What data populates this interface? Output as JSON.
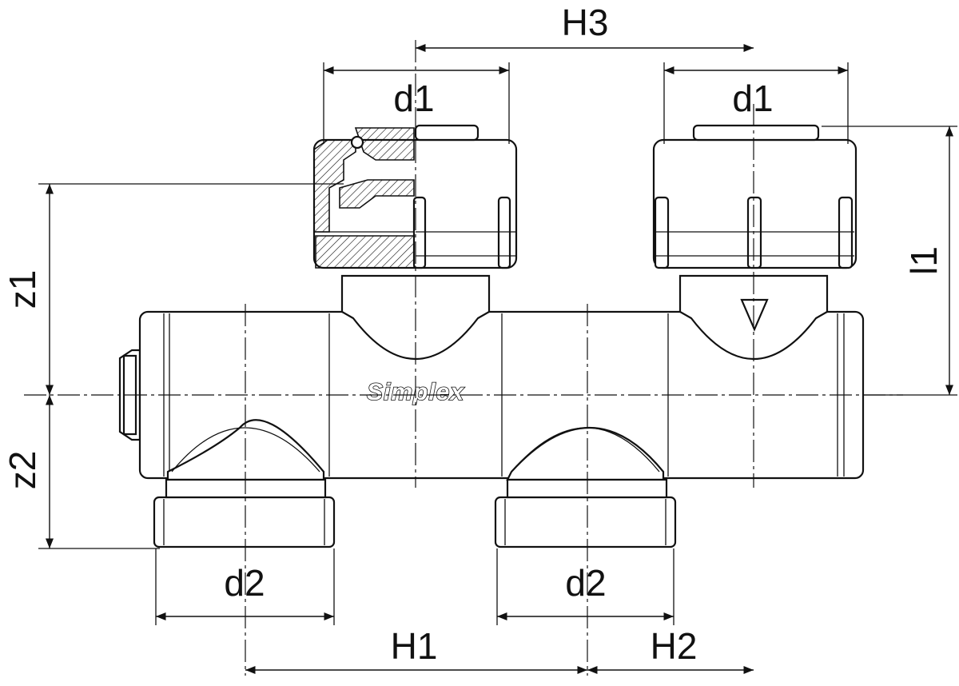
{
  "brand": "Simplex",
  "labels": {
    "H3": "H3",
    "d1_left": "d1",
    "d1_right": "d1",
    "z1": "z1",
    "z2": "z2",
    "l1": "l1",
    "d2_left": "d2",
    "d2_right": "d2",
    "H1": "H1",
    "H2": "H2"
  }
}
